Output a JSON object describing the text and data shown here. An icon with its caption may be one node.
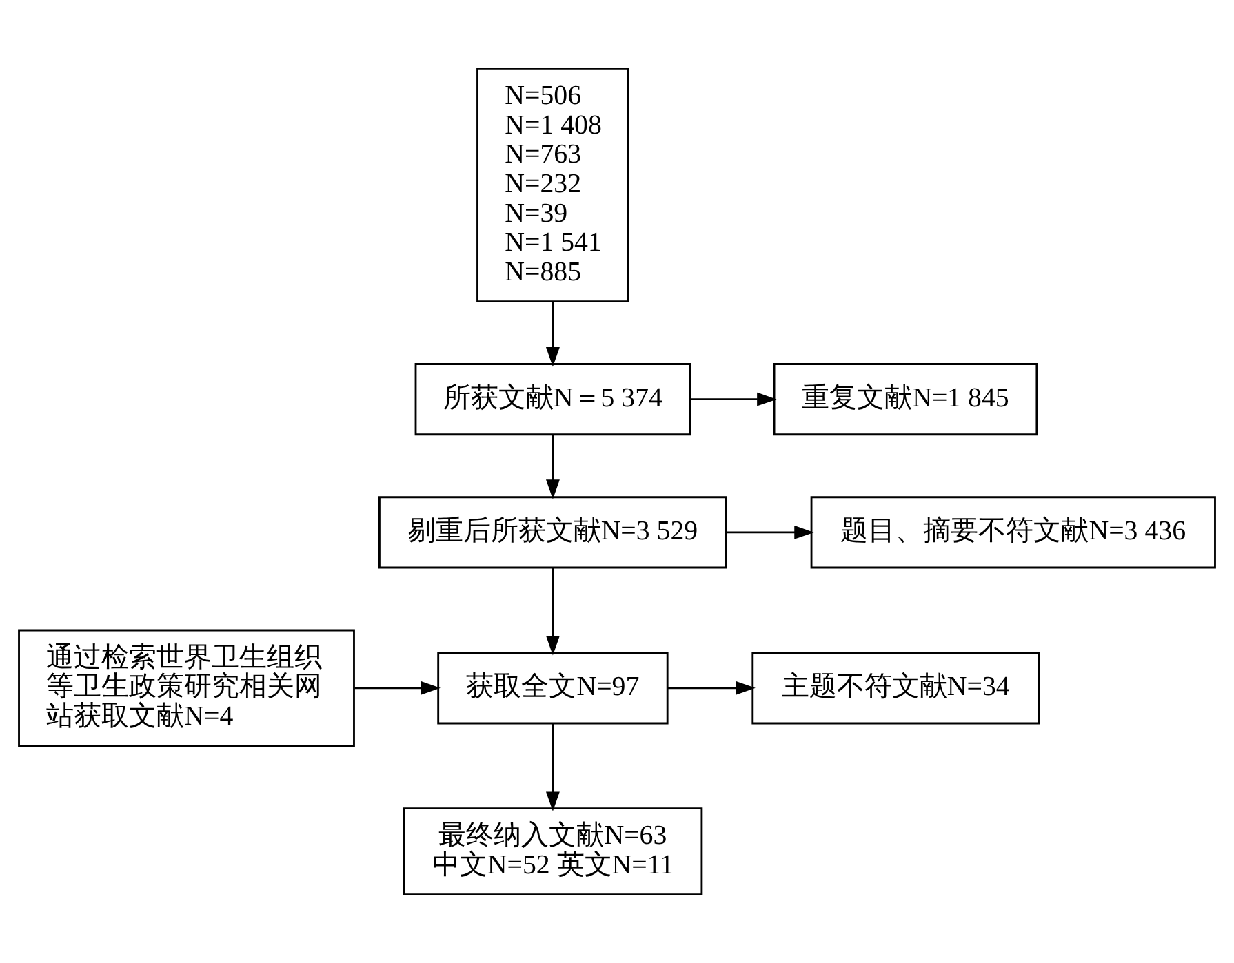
{
  "diagram": {
    "nodes": [
      {
        "text": [
          "N=506",
          "N=1 408",
          "N=763",
          "N=232",
          "N=39",
          "N=1 541",
          "N=885"
        ]
      },
      {
        "text": [
          "所获文献N＝5 374"
        ]
      },
      {
        "text": [
          "重复文献N=1 845"
        ]
      },
      {
        "text": [
          "剔重后所获文献N=3 529"
        ]
      },
      {
        "text": [
          "题目、摘要不符文献N=3 436"
        ]
      },
      {
        "text": [
          "通过检索世界卫生组织等卫生政策研究相关网站获取文献N=4"
        ]
      },
      {
        "text": [
          "获取全文N=97"
        ]
      },
      {
        "text": [
          "主题不符文献N=34"
        ]
      },
      {
        "text": [
          "最终纳入文献N=63",
          "中文N=52 英文N=11"
        ]
      }
    ],
    "edges": [
      {
        "from": 0,
        "to": 1,
        "arrow": "to"
      },
      {
        "from": 1,
        "to": 2,
        "arrow": "to"
      },
      {
        "from": 1,
        "to": 3,
        "arrow": "to"
      },
      {
        "from": 3,
        "to": 4,
        "arrow": "to"
      },
      {
        "from": 3,
        "to": 6,
        "arrow": "to"
      },
      {
        "from": 5,
        "to": 6,
        "arrow": "to"
      },
      {
        "from": 6,
        "to": 7,
        "arrow": "to"
      },
      {
        "from": 6,
        "to": 8,
        "arrow": "to"
      }
    ]
  }
}
